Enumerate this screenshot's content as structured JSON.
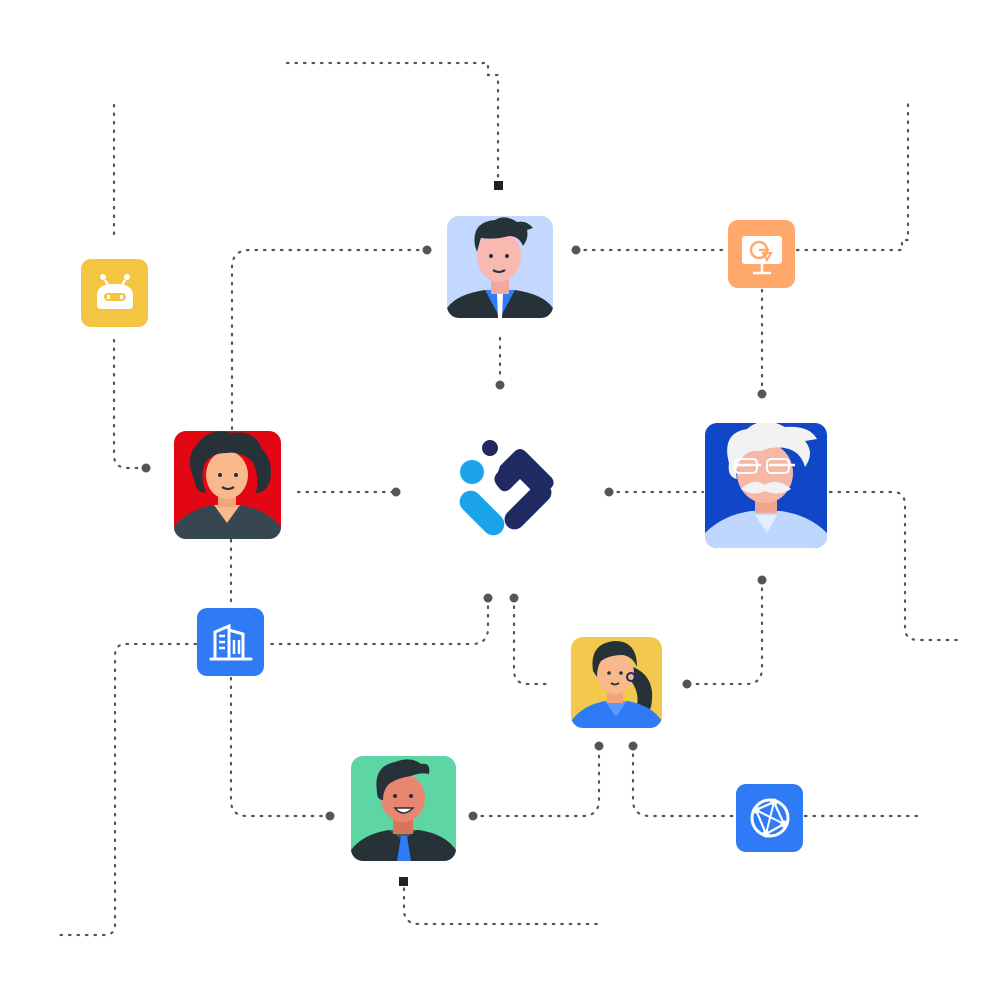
{
  "diagram": {
    "type": "network-hub",
    "hub": {
      "icon": "brand-logo-icon",
      "colors": {
        "navy": "#1F2A62",
        "cyan": "#1AA3E8"
      }
    },
    "people": [
      {
        "id": "man-top",
        "icon": "person-man-blonde-avatar",
        "bg": "#C3D8FF"
      },
      {
        "id": "woman-left",
        "icon": "person-woman-curly-avatar",
        "bg": "#E30613"
      },
      {
        "id": "elder-right",
        "icon": "person-elder-avatar",
        "bg": "#0F47C8"
      },
      {
        "id": "woman-mid",
        "icon": "person-woman-ponytail-avatar",
        "bg": "#F2C94C"
      },
      {
        "id": "man-bottom",
        "icon": "person-man-tie-avatar",
        "bg": "#5DD6A4"
      }
    ],
    "apps": [
      {
        "id": "robot",
        "icon": "robot-icon",
        "bg": "#F4C543"
      },
      {
        "id": "presentation",
        "icon": "presentation-chart-icon",
        "bg": "#FFA86B"
      },
      {
        "id": "building",
        "icon": "building-icon",
        "bg": "#2F7BF5"
      },
      {
        "id": "network",
        "icon": "network-globe-icon",
        "bg": "#2F7BF5"
      }
    ],
    "connector_color": "#444444"
  }
}
